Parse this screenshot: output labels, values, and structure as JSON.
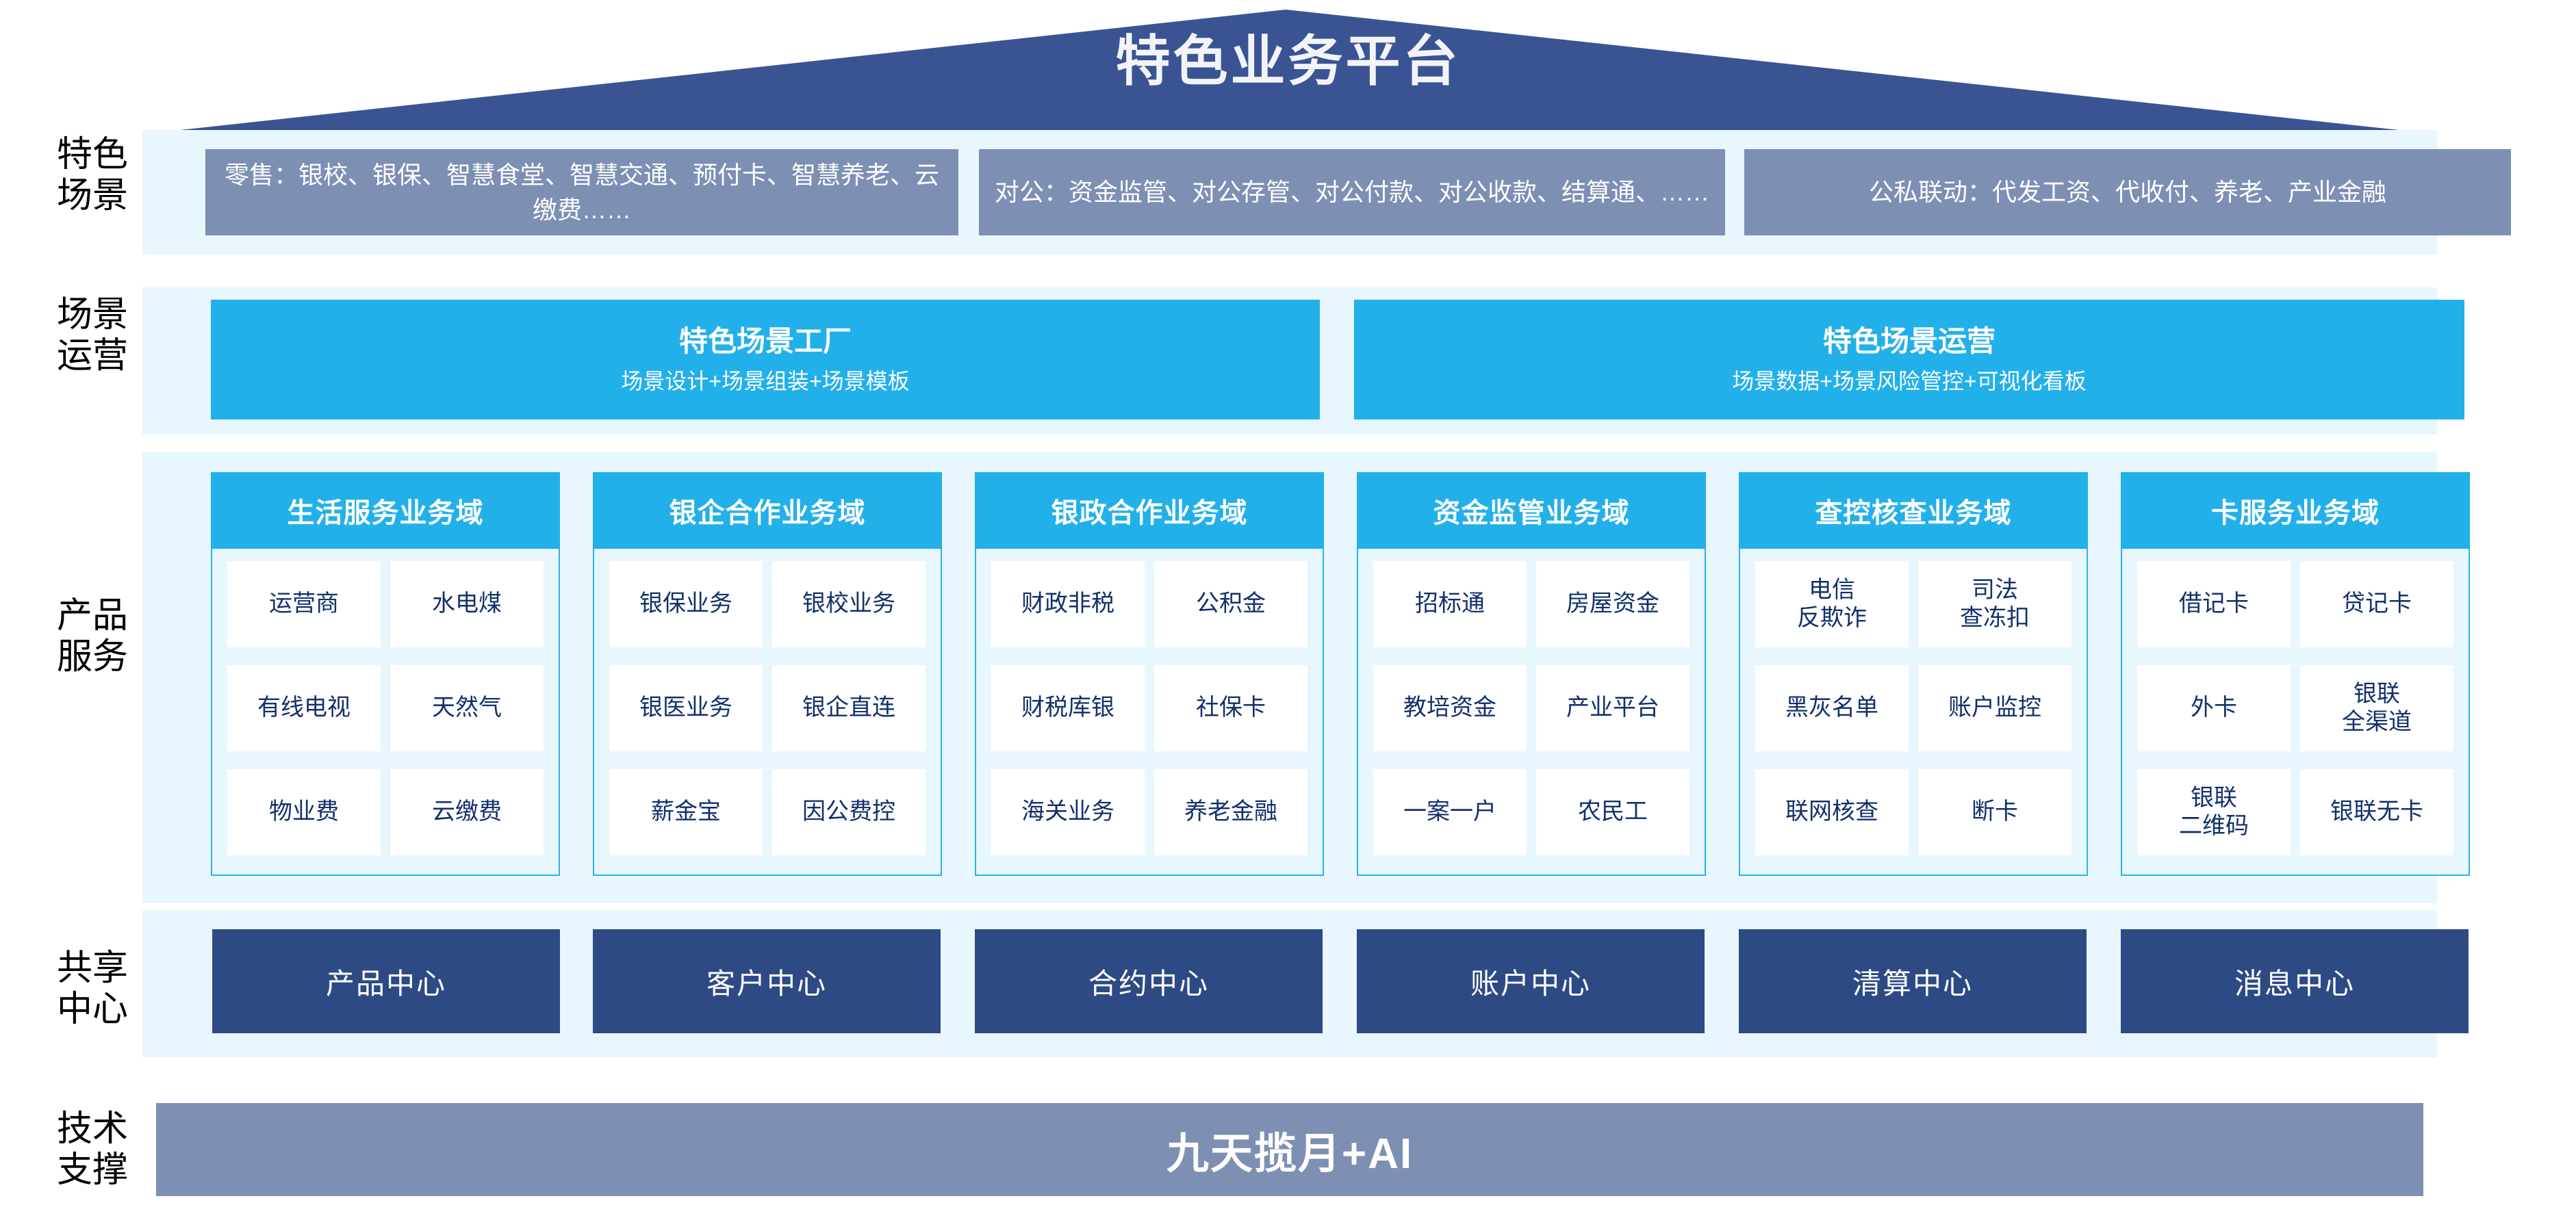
{
  "header": {
    "title": "特色业务平台"
  },
  "rows": {
    "scenarios": {
      "label": "特色\n场景",
      "items": [
        {
          "text": "零售：银校、银保、智慧食堂、智慧交通、预付卡、智慧养老、云缴费……"
        },
        {
          "text": "对公：资金监管、对公存管、对公付款、对公收款、结算通、……"
        },
        {
          "text": "公私联动：代发工资、代收付、养老、产业金融"
        }
      ]
    },
    "operations": {
      "label": "场景\n运营",
      "items": [
        {
          "title": "特色场景工厂",
          "subtitle": "场景设计+场景组装+场景模板"
        },
        {
          "title": "特色场景运营",
          "subtitle": "场景数据+场景风险管控+可视化看板"
        }
      ]
    },
    "products": {
      "label": "产品\n服务",
      "columns": [
        {
          "title": "生活服务业务域",
          "cells": [
            "运营商",
            "水电煤",
            "有线电视",
            "天然气",
            "物业费",
            "云缴费"
          ]
        },
        {
          "title": "银企合作业务域",
          "cells": [
            "银保业务",
            "银校业务",
            "银医业务",
            "银企直连",
            "薪金宝",
            "因公费控"
          ]
        },
        {
          "title": "银政合作业务域",
          "cells": [
            "财政非税",
            "公积金",
            "财税库银",
            "社保卡",
            "海关业务",
            "养老金融"
          ]
        },
        {
          "title": "资金监管业务域",
          "cells": [
            "招标通",
            "房屋资金",
            "教培资金",
            "产业平台",
            "一案一户",
            "农民工"
          ]
        },
        {
          "title": "查控核查业务域",
          "cells": [
            "电信\n反欺诈",
            "司法\n查冻扣",
            "黑灰名单",
            "账户监控",
            "联网核查",
            "断卡"
          ]
        },
        {
          "title": "卡服务业务域",
          "cells": [
            "借记卡",
            "贷记卡",
            "外卡",
            "银联\n全渠道",
            "银联\n二维码",
            "银联无卡"
          ]
        }
      ]
    },
    "shared_centers": {
      "label": "共享\n中心",
      "items": [
        "产品中心",
        "客户中心",
        "合约中心",
        "账户中心",
        "清算中心",
        "消息中心"
      ]
    },
    "tech_support": {
      "label": "技术\n支撑",
      "text": "九天揽月+AI"
    }
  },
  "colors": {
    "roof_navy": "#3a5493",
    "scenario_slate": "#7d8fb3",
    "cyan": "#22b0ea",
    "band_light": "#e8f6fd",
    "center_navy": "#2d4a85",
    "cell_text": "#12306b"
  }
}
